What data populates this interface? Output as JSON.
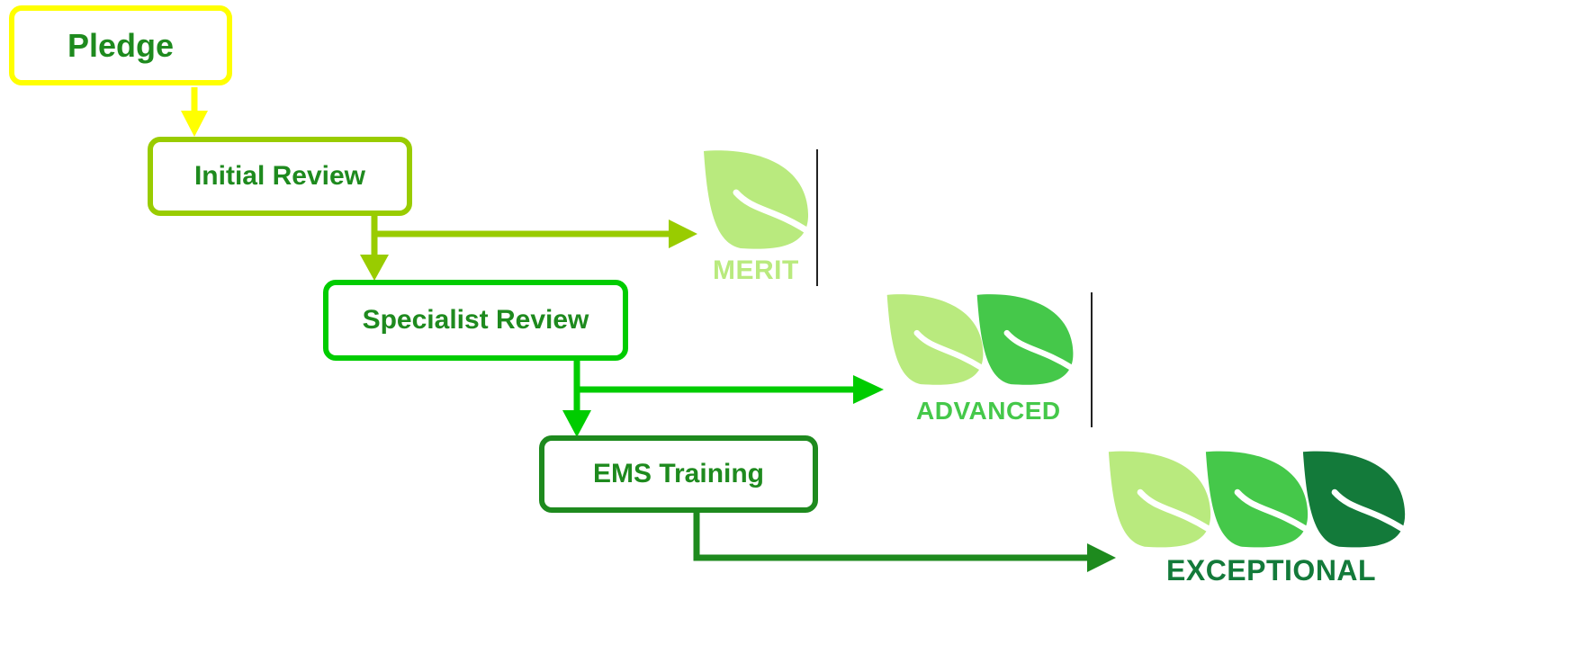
{
  "steps": {
    "pledge": {
      "label": "Pledge"
    },
    "initial_review": {
      "label": "Initial Review"
    },
    "specialist_review": {
      "label": "Specialist Review"
    },
    "ems_training": {
      "label": "EMS Training"
    }
  },
  "levels": {
    "merit": {
      "label": "MERIT",
      "leaves": 1
    },
    "advanced": {
      "label": "ADVANCED",
      "leaves": 2
    },
    "exceptional": {
      "label": "EXCEPTIONAL",
      "leaves": 3
    }
  },
  "colors": {
    "pledge": "#ffff00",
    "initial_review": "#99cc00",
    "specialist_review": "#00cc00",
    "ems_training": "#1e8a1e",
    "text": "#1e8a1e",
    "leaf_light": "#b9ea7e",
    "leaf_mid": "#45c84a",
    "leaf_dark": "#137a3a"
  }
}
